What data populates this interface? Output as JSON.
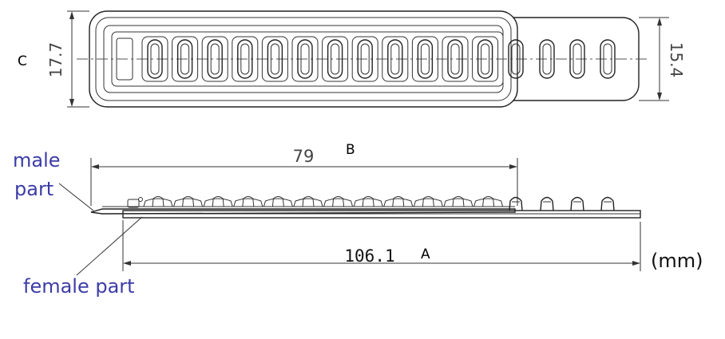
{
  "unit": "(mm)",
  "dimensions": {
    "overall_length": "106.1",
    "male_length": "79",
    "outer_height": "17.7",
    "inner_height": "15.4"
  },
  "callouts": {
    "a": "A",
    "b": "B",
    "c": "C"
  },
  "parts": {
    "male": [
      "male",
      "part"
    ],
    "female": "female part"
  },
  "colors": {
    "line": "#222222",
    "dimension_text": "#444444",
    "part_label": "#3c3ca8",
    "callout": "#000000"
  },
  "counts": {
    "top_view_slots_male": 12,
    "top_view_slots_female": 4,
    "side_view_bumps_male": 12,
    "side_view_bumps_female": 4
  }
}
